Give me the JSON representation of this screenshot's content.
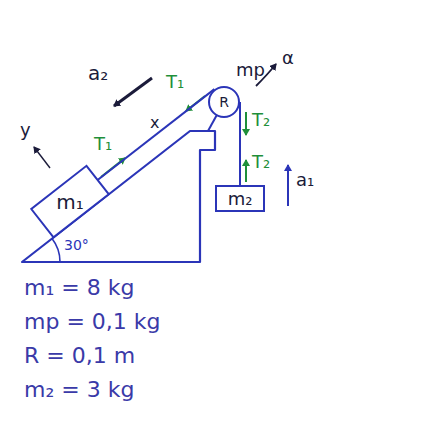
{
  "diagram": {
    "nodes": [
      {
        "text": [
          "m₁"
        ]
      },
      {
        "text": [
          "R"
        ]
      },
      {
        "text": [
          "m₂"
        ]
      }
    ],
    "edges": [
      {
        "from": 0,
        "to": 1,
        "arrow": "none"
      },
      {
        "from": 1,
        "to": 2,
        "arrow": "none"
      }
    ],
    "labels": [
      "a₂",
      "T₁",
      "T₁",
      "y",
      "x",
      "mp",
      "α",
      "T₂",
      "T₂",
      "a₁",
      "30°",
      "m₁ = 8 kg",
      "mp = 0,1 kg",
      "R = 0,1 m",
      "m₂ = 3 kg"
    ]
  }
}
